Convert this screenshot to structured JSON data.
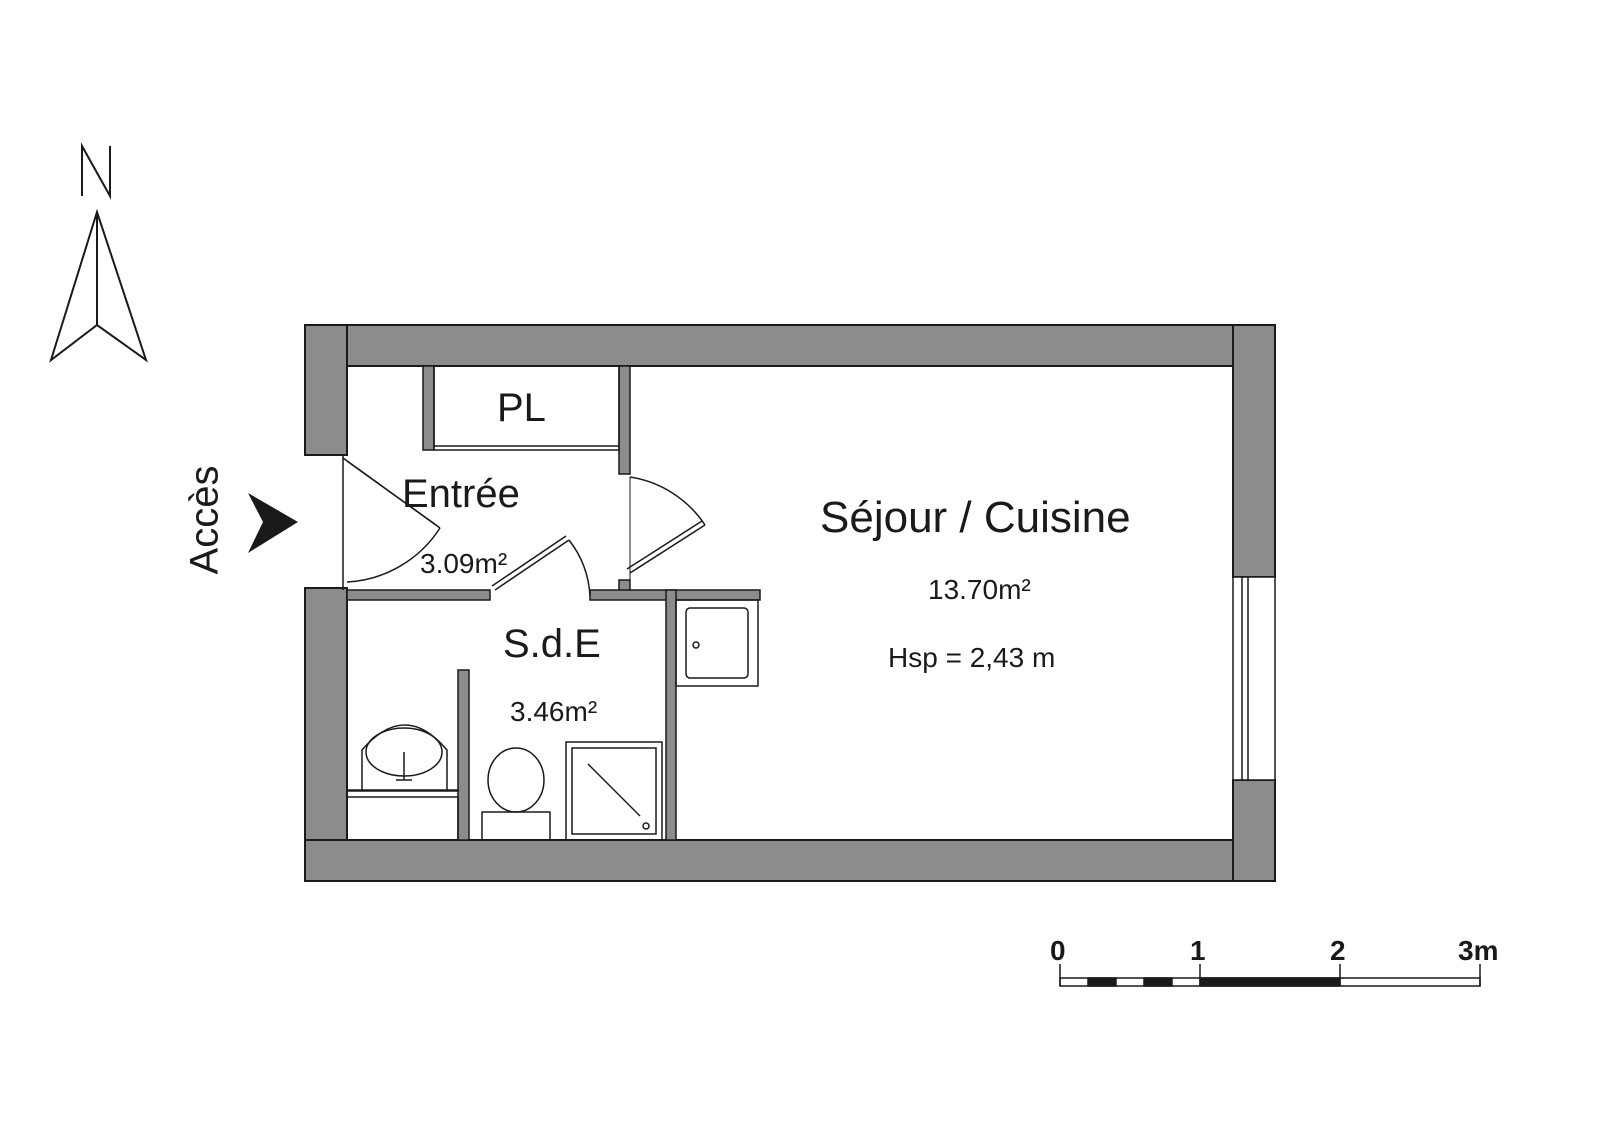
{
  "compass": {
    "north_label": "N",
    "icon": "north-arrow-icon"
  },
  "access": {
    "label": "Accès",
    "icon": "access-arrow-icon"
  },
  "rooms": {
    "placard": {
      "name": "PL"
    },
    "entree": {
      "name": "Entrée",
      "area": "3.09m²"
    },
    "sde": {
      "name": "S.d.E",
      "area": "3.46m²"
    },
    "sejour": {
      "name": "Séjour / Cuisine",
      "area": "13.70m²",
      "ceiling_height": "Hsp = 2,43 m"
    }
  },
  "scale_bar": {
    "ticks": [
      "0",
      "1",
      "2",
      "3m"
    ]
  },
  "colors": {
    "wall": "#8c8c8c",
    "line": "#1a1a1a",
    "background": "#ffffff"
  }
}
